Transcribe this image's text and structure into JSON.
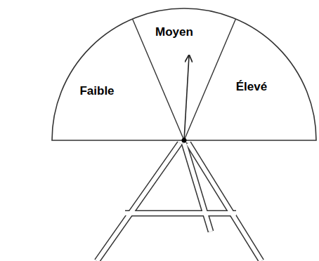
{
  "diagram": {
    "labels": [
      "Faible",
      "Moyen",
      "Élevé"
    ]
  }
}
